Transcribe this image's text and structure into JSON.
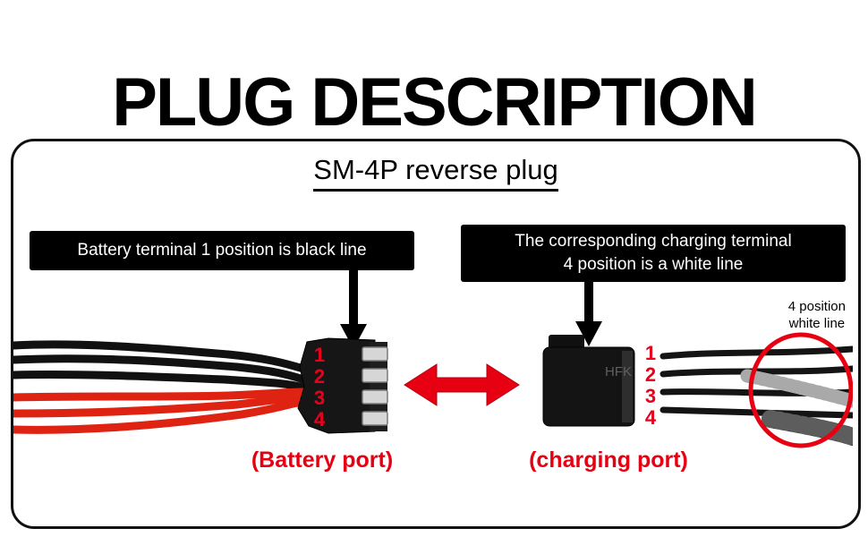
{
  "title": "PLUG DESCRIPTION",
  "diagram": {
    "heading": "SM-4P reverse plug",
    "battery_label": "Battery terminal 1 position is black line",
    "charging_label_line1": "The corresponding charging terminal",
    "charging_label_line2": "4 position is a white line",
    "white_line_note_line1": "4 position",
    "white_line_note_line2": "white line",
    "battery_caption": "(Battery port)",
    "charging_caption": "(charging port)",
    "plug_text": "HFK",
    "battery_pins": [
      "1",
      "2",
      "3",
      "4"
    ],
    "charging_pins": [
      "1",
      "2",
      "3",
      "4"
    ]
  },
  "colors": {
    "accent_red": "#e60012",
    "wire_red": "#de2312",
    "label_bg": "#000000",
    "label_text": "#ffffff"
  }
}
